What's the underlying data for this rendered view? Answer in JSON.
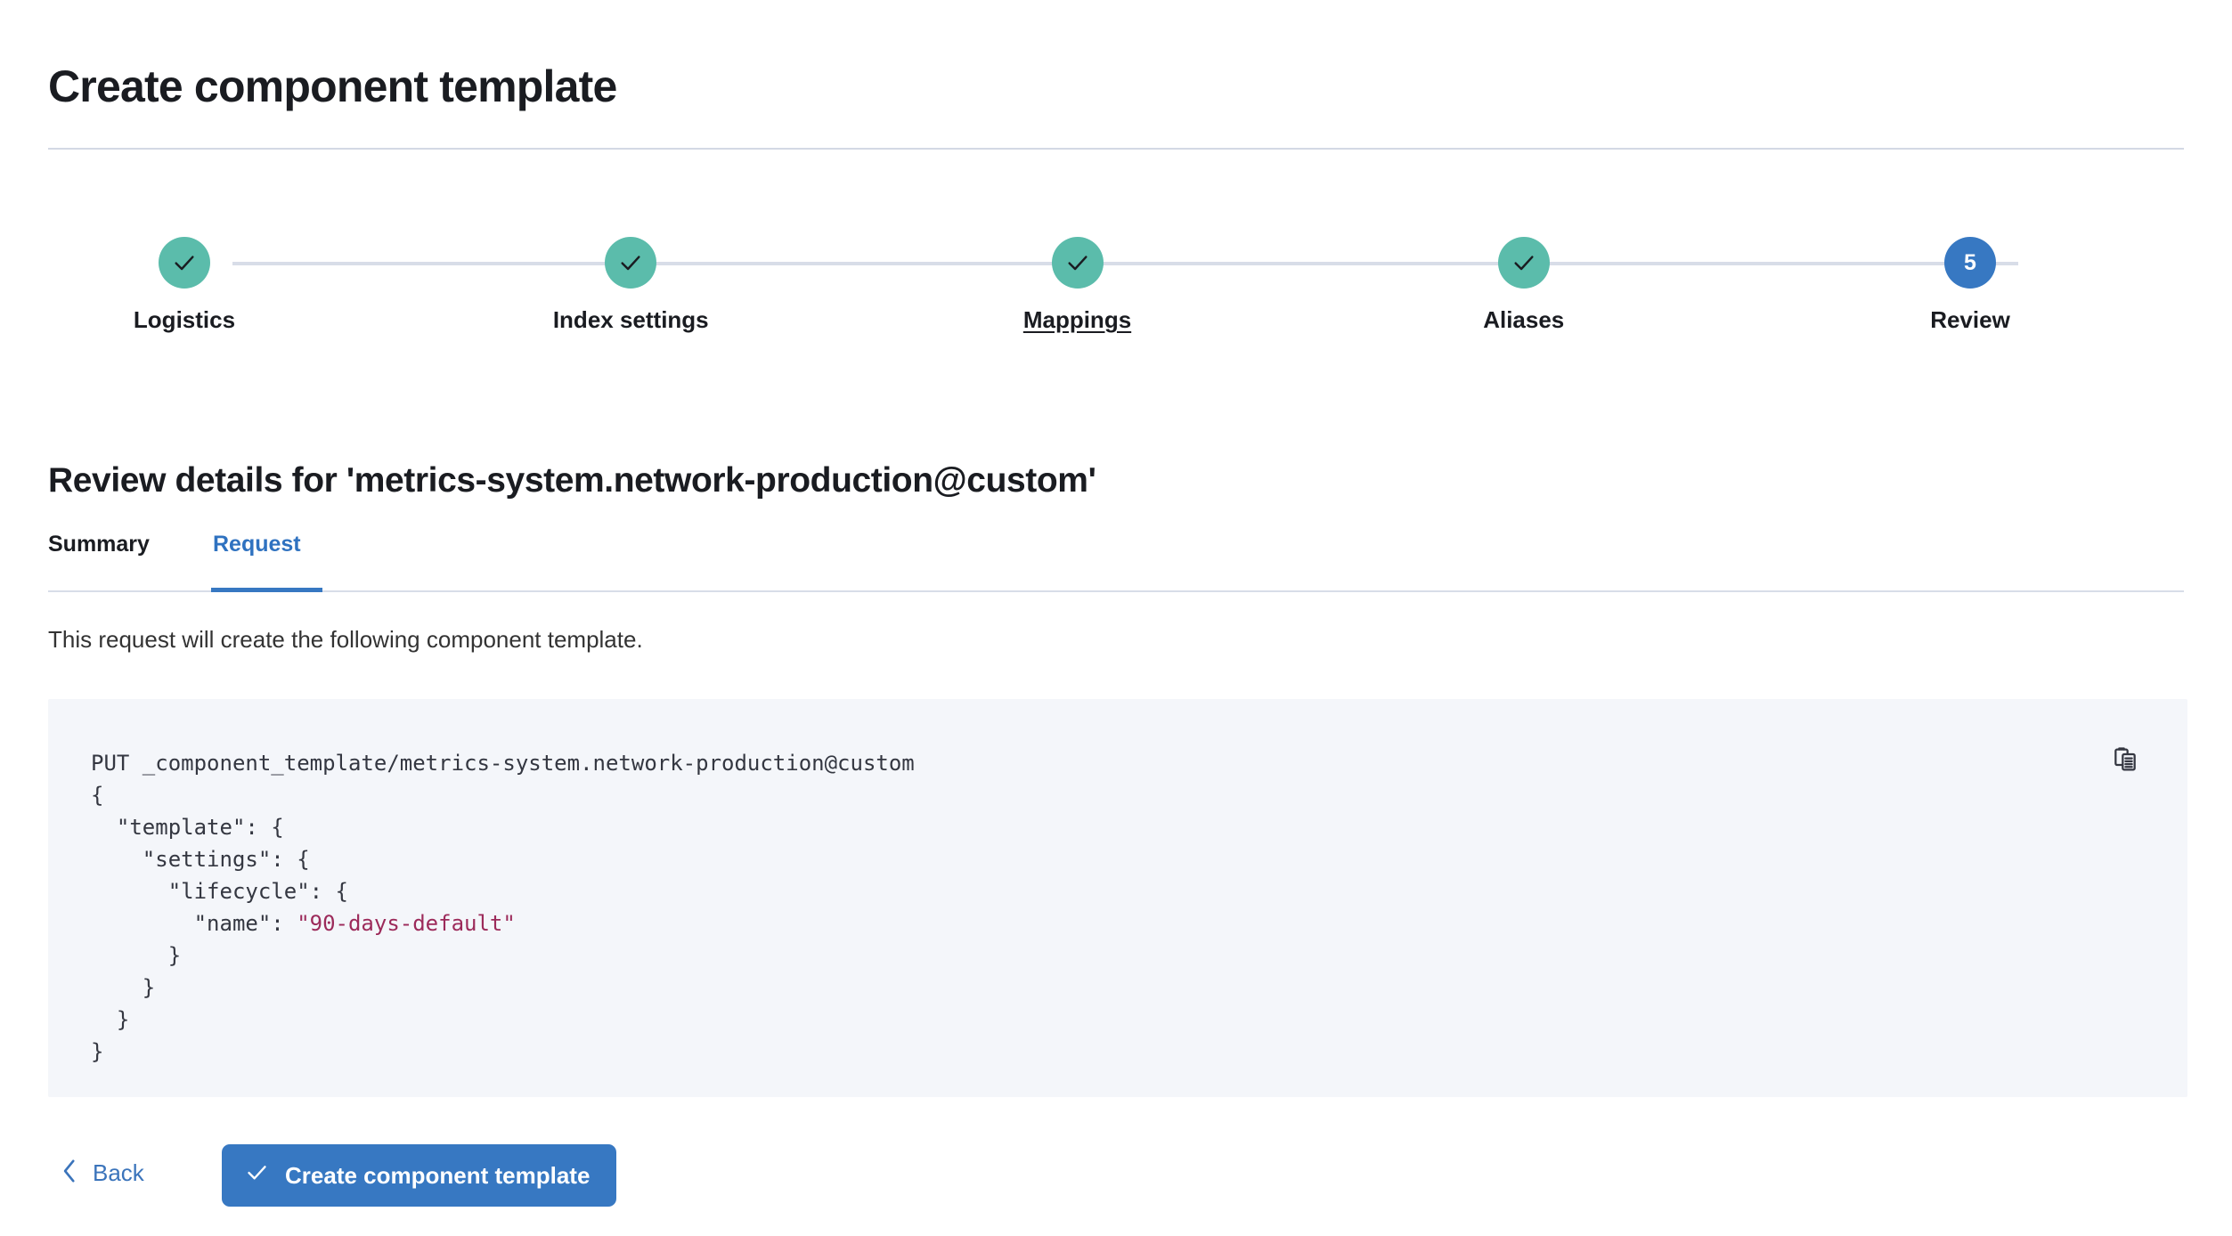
{
  "header": {
    "title": "Create component template"
  },
  "stepper": {
    "steps": [
      {
        "label": "Logistics",
        "state": "done",
        "icon": "check-icon",
        "hovered": false
      },
      {
        "label": "Index settings",
        "state": "done",
        "icon": "check-icon",
        "hovered": false
      },
      {
        "label": "Mappings",
        "state": "done",
        "icon": "check-icon",
        "hovered": true
      },
      {
        "label": "Aliases",
        "state": "done",
        "icon": "check-icon",
        "hovered": false
      },
      {
        "label": "Review",
        "state": "current",
        "number": "5",
        "hovered": false
      }
    ]
  },
  "review": {
    "heading": "Review details for 'metrics-system.network-production@custom'",
    "tabs": [
      {
        "label": "Summary",
        "active": false
      },
      {
        "label": "Request",
        "active": true
      }
    ],
    "description": "This request will create the following component template."
  },
  "code": {
    "copy_icon": "copy-clipboard-icon",
    "lines": [
      {
        "text": "PUT _component_template/metrics-system.network-production@custom"
      },
      {
        "text": "{"
      },
      {
        "text": "  \"template\": {"
      },
      {
        "text": "    \"settings\": {"
      },
      {
        "text": "      \"lifecycle\": {"
      },
      {
        "prefix": "        \"name\": ",
        "string": "\"90-days-default\""
      },
      {
        "text": "      }"
      },
      {
        "text": "    }"
      },
      {
        "text": "  }"
      },
      {
        "text": "}"
      }
    ]
  },
  "footer": {
    "back_label": "Back",
    "back_icon": "chevron-left-icon",
    "submit_label": "Create component template",
    "submit_icon": "check-icon"
  },
  "colors": {
    "accent_blue": "#3778c2",
    "step_done_teal": "#5bbcab",
    "link_blue": "#3b74bb",
    "code_bg": "#f4f6fa",
    "code_string": "#9c2a5a",
    "divider": "#d3d9e4",
    "text_dark": "#1a1c21"
  }
}
